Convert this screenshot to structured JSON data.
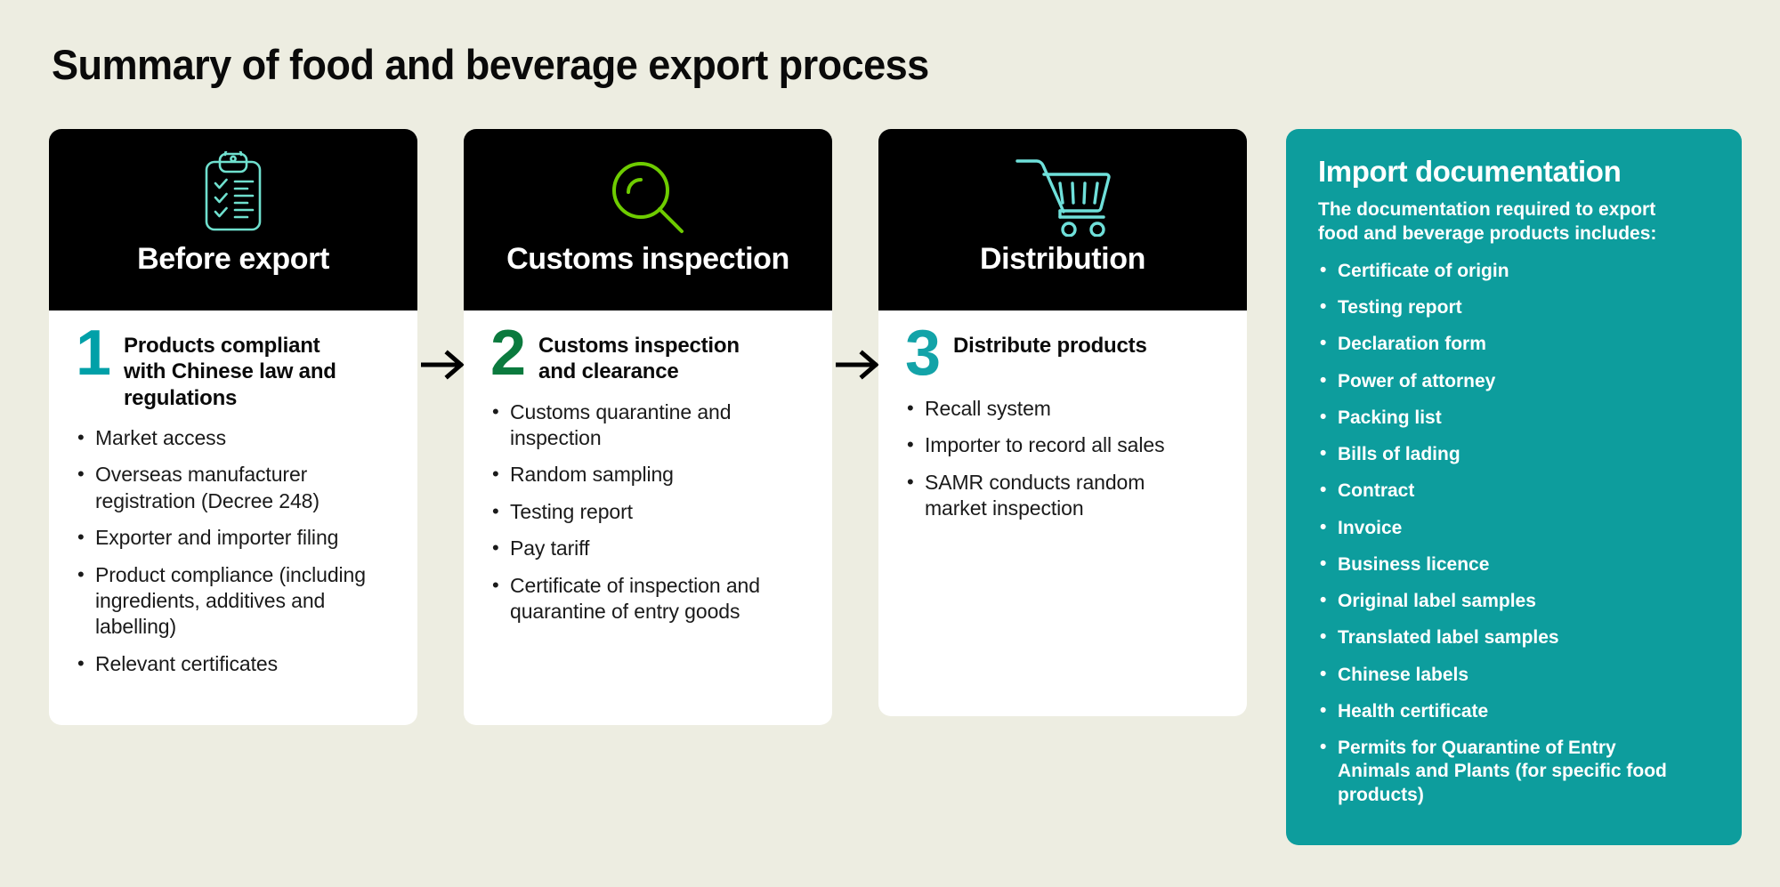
{
  "page": {
    "title": "Summary of food and beverage export process",
    "background_color": "#EDEDE1"
  },
  "colors": {
    "card_header_bg": "#000000",
    "card_body_bg": "#FFFFFF",
    "panel_bg": "#0D9D9D",
    "number_1": "#00A0A8",
    "number_2": "#0B7A3E",
    "number_3": "#13A3A8",
    "icon_clipboard": "#6FE0CE",
    "icon_magnifier": "#6ECC00",
    "icon_cart": "#6FE0DA",
    "arrow": "#000000"
  },
  "flow": {
    "arrow_1_icon": "arrow-right-icon",
    "arrow_2_icon": "arrow-right-icon",
    "cards": [
      {
        "icon_name": "clipboard-checklist-icon",
        "header_title": "Before export",
        "step_number": "1",
        "step_heading": "Products compliant with Chinese law and regulations",
        "bullets": [
          "Market access",
          "Overseas manufacturer registration (Decree 248)",
          "Exporter and importer filing",
          "Product compliance (including ingredients, additives and labelling)",
          "Relevant certificates"
        ]
      },
      {
        "icon_name": "magnifying-glass-icon",
        "header_title": "Customs inspection",
        "step_number": "2",
        "step_heading": "Customs inspection and clearance",
        "bullets": [
          "Customs quarantine and inspection",
          "Random sampling",
          "Testing report",
          "Pay tariff",
          "Certificate of inspection and quarantine of entry goods"
        ]
      },
      {
        "icon_name": "shopping-cart-icon",
        "header_title": "Distribution",
        "step_number": "3",
        "step_heading": "Distribute products",
        "bullets": [
          "Recall system",
          "Importer to record all sales",
          "SAMR conducts random market inspection"
        ]
      }
    ]
  },
  "side_panel": {
    "title": "Import documentation",
    "intro": "The documentation required to export food and beverage products includes:",
    "items": [
      "Certificate of origin",
      "Testing report",
      "Declaration form",
      "Power of attorney",
      "Packing list",
      "Bills of lading",
      "Contract",
      "Invoice",
      "Business licence",
      "Original label samples",
      "Translated label samples",
      "Chinese labels",
      "Health certificate",
      "Permits for Quarantine of Entry Animals and Plants (for specific food products)"
    ]
  }
}
